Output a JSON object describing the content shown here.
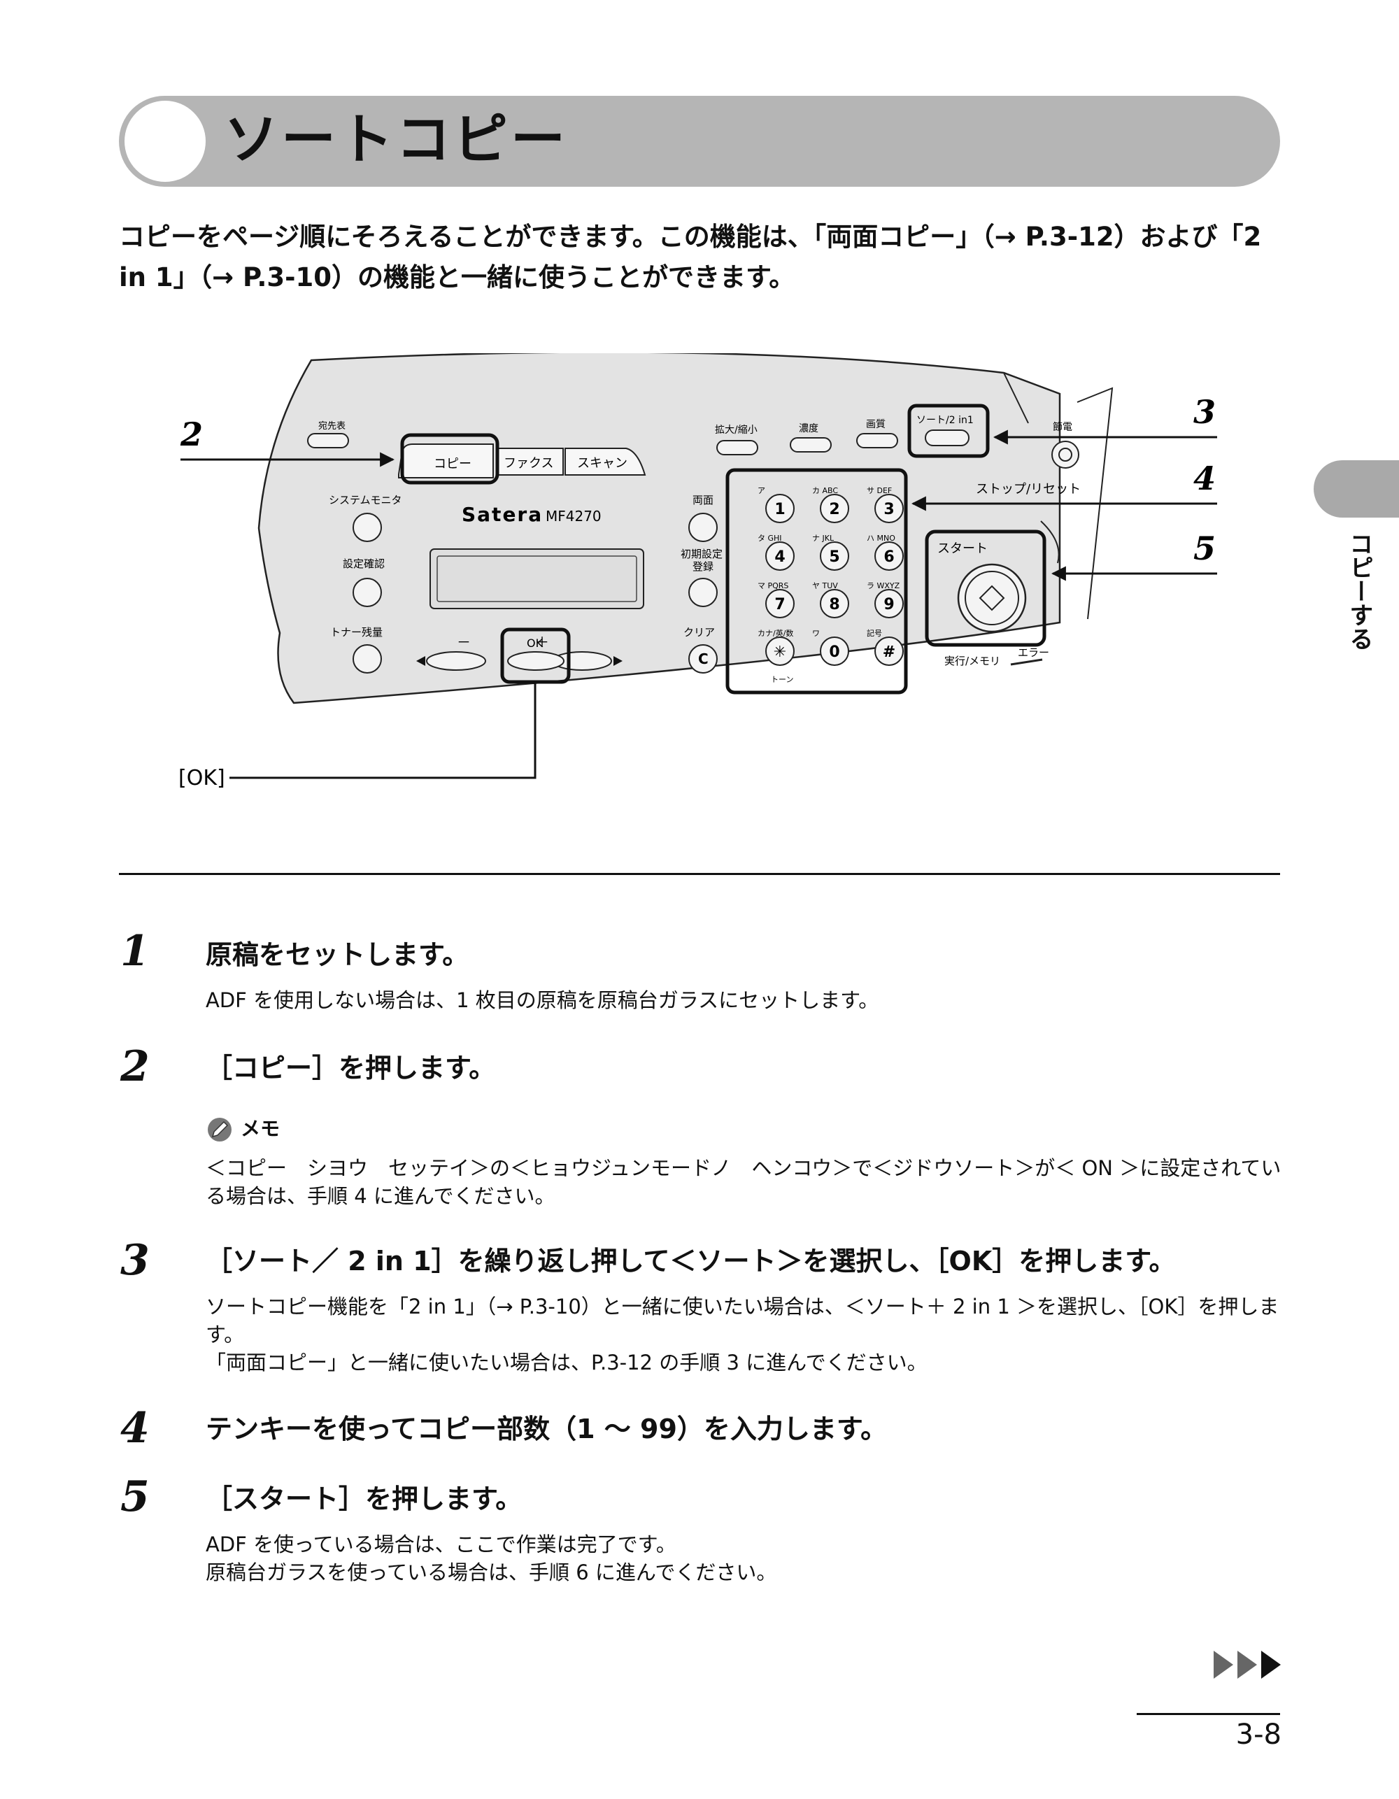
{
  "title": "ソートコピー",
  "intro": "コピーをページ順にそろえることができます。この機能は、「両面コピー」（→ P.3-12）および「2 in 1」（→ P.3-10）の機能と一緒に使うことができます。",
  "figure": {
    "callouts": {
      "c2": "2",
      "c3": "3",
      "c4": "4",
      "c5": "5",
      "ok": "[OK]"
    },
    "panel": {
      "address_book": "宛先表",
      "copy": "コピー",
      "fax": "ファクス",
      "scan": "スキャン",
      "system_monitor": "システムモニタ",
      "settings_check": "設定確認",
      "toner": "トナー残量",
      "brand": "Satera",
      "model": "MF4270",
      "minus": "－",
      "ok": "OK",
      "plus": "＋",
      "duplex": "両面",
      "initial_settings": "初期設定",
      "register": "登録",
      "clear": "クリア",
      "enlarge_reduce": "拡大/縮小",
      "density": "濃度",
      "quality": "画質",
      "sort_2in1": "ソート/2 in1",
      "energy_saver": "節電",
      "stop_reset": "ストップ/リセット",
      "start": "スタート",
      "processing_memory": "実行/メモリ",
      "error": "エラー",
      "tone": "トーン",
      "keys": [
        {
          "num": "1",
          "label": "ア"
        },
        {
          "num": "2",
          "label": "カ ABC"
        },
        {
          "num": "3",
          "label": "サ DEF"
        },
        {
          "num": "4",
          "label": "タ GHI"
        },
        {
          "num": "5",
          "label": "ナ JKL"
        },
        {
          "num": "6",
          "label": "ハ MNO"
        },
        {
          "num": "7",
          "label": "マ PQRS"
        },
        {
          "num": "8",
          "label": "ヤ TUV"
        },
        {
          "num": "9",
          "label": "ラ WXYZ"
        },
        {
          "num": "✳",
          "label": "カナ/英/数"
        },
        {
          "num": "0",
          "label": "ワ"
        },
        {
          "num": "#",
          "label": "記号"
        }
      ]
    }
  },
  "steps": [
    {
      "num": "1",
      "title": "原稿をセットします。",
      "body": [
        "ADF を使用しない場合は、1 枚目の原稿を原稿台ガラスにセットします。"
      ]
    },
    {
      "num": "2",
      "title": "［コピー］を押します。",
      "body": []
    },
    {
      "num": "3",
      "title": "［ソート／ 2 in 1］を繰り返し押して＜ソート＞を選択し、［OK］を押します。",
      "body": [
        "ソートコピー機能を「2 in 1」（→ P.3-10）と一緒に使いたい場合は、＜ソート＋ 2 in 1 ＞を選択し、［OK］を押します。",
        "「両面コピー」と一緒に使いたい場合は、P.3-12 の手順 3 に進んでください。"
      ]
    },
    {
      "num": "4",
      "title": "テンキーを使ってコピー部数（1 ～ 99）を入力します。",
      "body": []
    },
    {
      "num": "5",
      "title": "［スタート］を押します。",
      "body": [
        "ADF を使っている場合は、ここで作業は完了です。",
        "原稿台ガラスを使っている場合は、手順 6 に進んでください。"
      ]
    }
  ],
  "memo": {
    "label": "メモ",
    "text": "＜コピー　シヨウ　セッテイ＞の＜ヒョウジュンモードノ　ヘンコウ＞で＜ジドウソート＞が＜ ON ＞に設定されている場合は、手順 4 に進んでください。"
  },
  "side_tab": "コピーする",
  "page_number": "3-8"
}
